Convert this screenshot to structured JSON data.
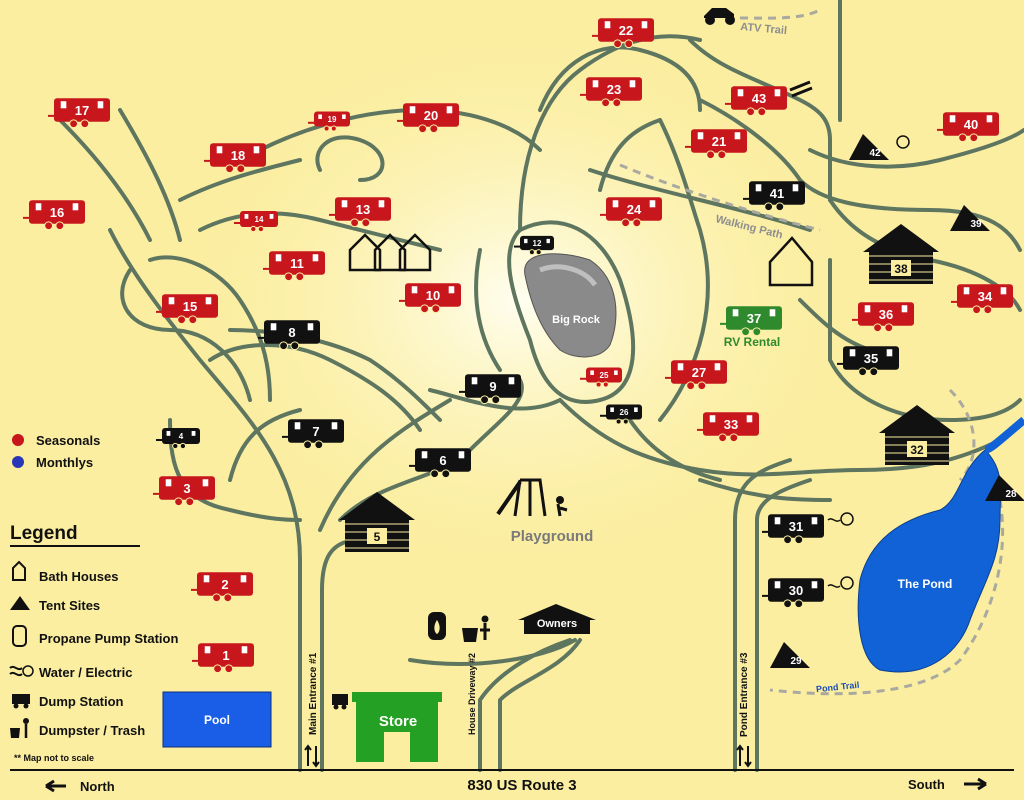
{
  "legend": {
    "title": "Legend",
    "seasonals": "Seasonals",
    "monthlys": "Monthlys",
    "bath_houses": "Bath Houses",
    "tent_sites": "Tent Sites",
    "propane": "Propane Pump Station",
    "water_electric": "Water / Electric",
    "dump_station": "Dump Station",
    "dumpster": "Dumpster / Trash",
    "note": "** Map not to scale"
  },
  "colors": {
    "background": "#fbeea0",
    "road": "#5e7560",
    "seasonal": "#c8161d",
    "monthly": "#2a36b8",
    "regular": "#111111",
    "rental": "#2f8a2e",
    "store": "#24a024",
    "pond": "#1162d6",
    "pool": "#1a5de6"
  },
  "labels": {
    "big_rock": "Big Rock",
    "playground": "Playground",
    "owners": "Owners",
    "store": "Store",
    "pool": "Pool",
    "the_pond": "The Pond",
    "pond_trail": "Pond Trail",
    "walking_path": "Walking Path",
    "atv_trail": "ATV Trail",
    "rv_rental": "RV Rental",
    "main_entrance": "Main Entrance #1",
    "house_driveway": "House Driveway #2",
    "pond_entrance": "Pond Entrance #3",
    "route": "830 US Route 3",
    "north": "North",
    "south": "South"
  },
  "sites": [
    {
      "n": "1",
      "kind": "seasonal"
    },
    {
      "n": "2",
      "kind": "seasonal"
    },
    {
      "n": "3",
      "kind": "seasonal"
    },
    {
      "n": "4",
      "kind": "regular"
    },
    {
      "n": "6",
      "kind": "regular"
    },
    {
      "n": "7",
      "kind": "regular"
    },
    {
      "n": "8",
      "kind": "regular"
    },
    {
      "n": "9",
      "kind": "regular"
    },
    {
      "n": "10",
      "kind": "seasonal"
    },
    {
      "n": "11",
      "kind": "seasonal"
    },
    {
      "n": "12",
      "kind": "regular"
    },
    {
      "n": "13",
      "kind": "seasonal"
    },
    {
      "n": "14",
      "kind": "seasonal"
    },
    {
      "n": "15",
      "kind": "seasonal"
    },
    {
      "n": "16",
      "kind": "seasonal"
    },
    {
      "n": "17",
      "kind": "seasonal"
    },
    {
      "n": "18",
      "kind": "seasonal"
    },
    {
      "n": "19",
      "kind": "seasonal"
    },
    {
      "n": "20",
      "kind": "seasonal"
    },
    {
      "n": "21",
      "kind": "seasonal"
    },
    {
      "n": "22",
      "kind": "seasonal"
    },
    {
      "n": "23",
      "kind": "seasonal"
    },
    {
      "n": "24",
      "kind": "seasonal"
    },
    {
      "n": "25",
      "kind": "seasonal"
    },
    {
      "n": "26",
      "kind": "regular"
    },
    {
      "n": "27",
      "kind": "seasonal"
    },
    {
      "n": "30",
      "kind": "regular"
    },
    {
      "n": "31",
      "kind": "regular"
    },
    {
      "n": "33",
      "kind": "seasonal"
    },
    {
      "n": "34",
      "kind": "seasonal"
    },
    {
      "n": "35",
      "kind": "regular"
    },
    {
      "n": "36",
      "kind": "seasonal"
    },
    {
      "n": "37",
      "kind": "rental"
    },
    {
      "n": "40",
      "kind": "seasonal"
    },
    {
      "n": "41",
      "kind": "regular"
    },
    {
      "n": "43",
      "kind": "seasonal"
    }
  ],
  "tents": [
    "28",
    "29",
    "39",
    "42"
  ],
  "cabins": [
    "5",
    "32",
    "38"
  ]
}
